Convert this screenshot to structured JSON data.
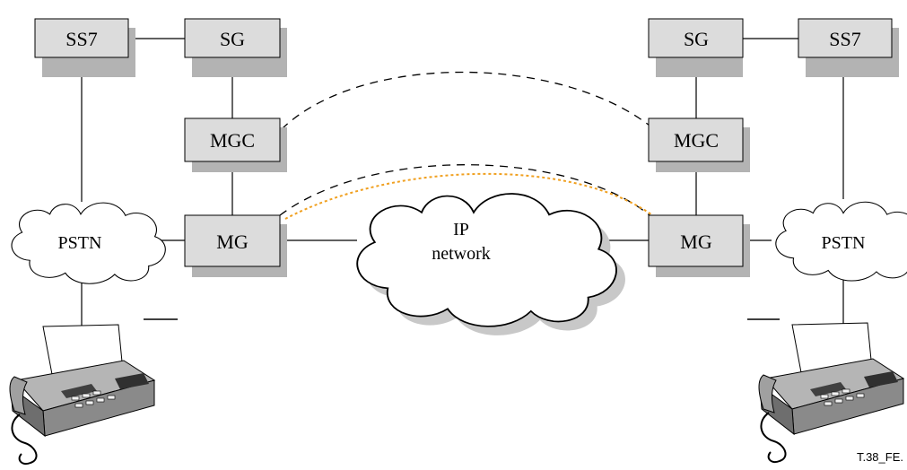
{
  "diagram": {
    "left": {
      "ss7": "SS7",
      "sg": "SG",
      "mgc": "MGC",
      "mg": "MG",
      "pstn": "PSTN"
    },
    "right": {
      "sg": "SG",
      "ss7": "SS7",
      "mgc": "MGC",
      "mg": "MG",
      "pstn": "PSTN"
    },
    "ip_cloud": {
      "line1": "IP",
      "line2": "network"
    },
    "figure_code": "T.38_FE.",
    "colors": {
      "box_fill": "#dcdcdc",
      "shadow": "#b3b3b3",
      "media_path": "#f0a020"
    },
    "icons": [
      "fax-machine-icon",
      "fax-machine-icon"
    ]
  }
}
